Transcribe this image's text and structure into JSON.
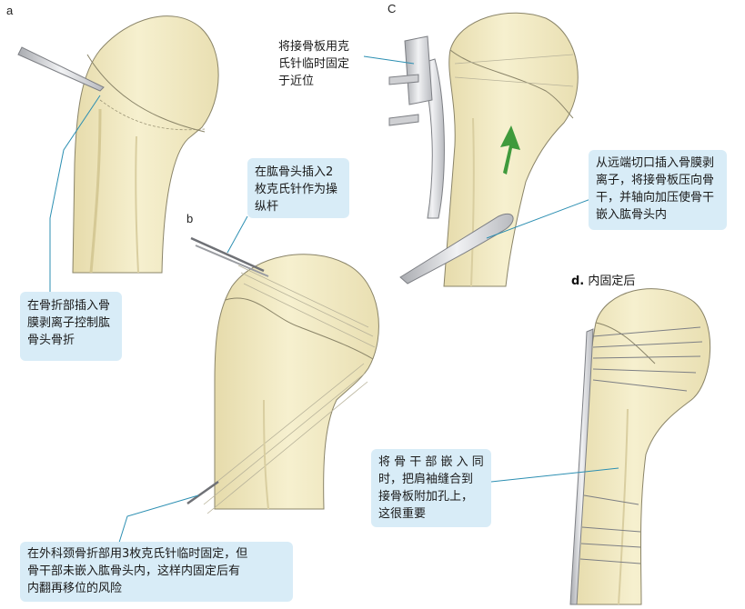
{
  "panels": {
    "a": "a",
    "b": "b",
    "c": "C",
    "d_letter": "d.",
    "d_text": "内固定后"
  },
  "notes": {
    "a_note": [
      "在骨折部插入骨",
      "膜剥离子控制肱",
      "骨头骨折"
    ],
    "b_top_note": [
      "在肱骨头插入2",
      "枚克氏针作为操",
      "纵杆"
    ],
    "b_bottom_note": [
      "在外科颈骨折部用3枚克氏针临时固定，但",
      "骨干部未嵌入肱骨头内，这样内固定后有",
      "内翻再移位的风险"
    ],
    "c_left_note": [
      "将接骨板用克",
      "氏针临时固定",
      "于近位"
    ],
    "c_right_note": [
      "从远端切口插入骨膜剥",
      "离子，将接骨板压向骨",
      "干，并轴向加压使骨干",
      "嵌入肱骨头内"
    ],
    "d_note": [
      "将 骨 干 部 嵌 入 同",
      "时，把肩袖缝合到",
      "接骨板附加孔上，",
      "这很重要"
    ]
  },
  "colors": {
    "bone_fill": "#f3ecc4",
    "bone_shade": "#e2d6a2",
    "outline": "#8a8468",
    "leader": "#2c8fb2",
    "note_bg": "#d8ecf7",
    "arrow_green": "#3f9a3c",
    "instrument": "#d9dadc"
  }
}
